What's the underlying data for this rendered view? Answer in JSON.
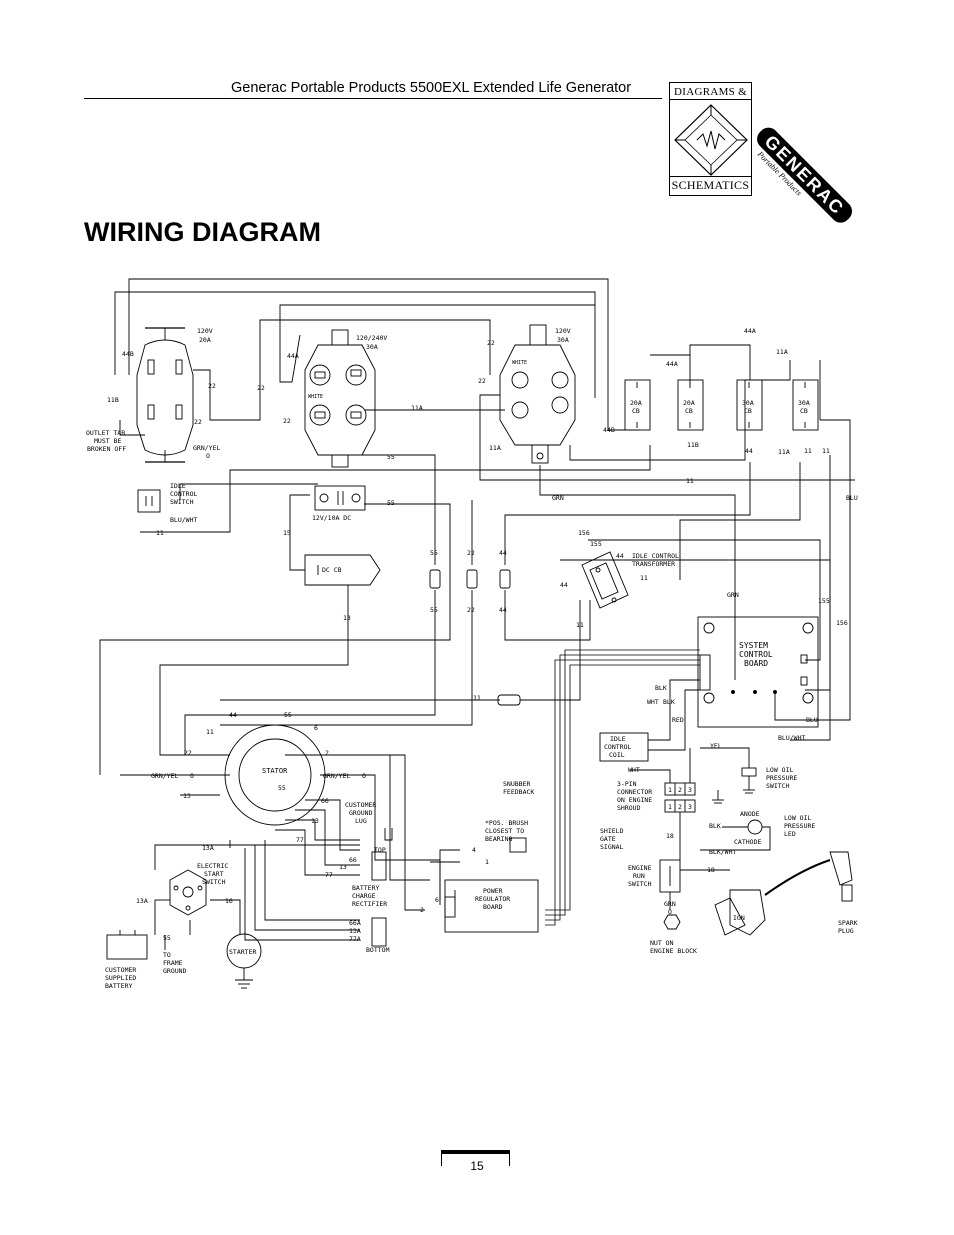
{
  "header": {
    "doc_title": "Generac Portable Products 5500EXL Extended Life Generator",
    "logo_top": "DIAGRAMS &",
    "logo_bottom": "SCHEMATICS",
    "brand": "GENERAC",
    "brand_sub": "Portable Products"
  },
  "page_title": "WIRING DIAGRAM",
  "page_number": "15",
  "labels": {
    "r120v20a": [
      "120V",
      "20A"
    ],
    "r120240v30a": [
      "120/240V",
      "30A"
    ],
    "r120v30a": [
      "120V",
      "30A"
    ],
    "outlet_tab": [
      "OUTLET TAB",
      "MUST BE",
      "BROKEN OFF"
    ],
    "grn_yel": "GRN/YEL",
    "zero": "O",
    "idle_switch": [
      "IDLE",
      "CONTROL",
      "SWITCH"
    ],
    "blu_wht": "BLU/WHT",
    "dc_rating": "12V/10A DC",
    "dc_cb": "DC CB",
    "cb20a": [
      "20A",
      "CB"
    ],
    "cb30a": [
      "30A",
      "CB"
    ],
    "idle_transformer": [
      "IDLE CONTROL",
      "TRANSFORMER"
    ],
    "system_board": [
      "SYSTEM",
      "CONTROL",
      "BOARD"
    ],
    "blk": "BLK",
    "wht": "WHT",
    "red": "RED",
    "yel": "YEL",
    "blu": "BLU",
    "grn": "GRN",
    "idle_coil": [
      "IDLE",
      "CONTROL",
      "COIL"
    ],
    "low_oil_switch": [
      "LOW OIL",
      "PRESSURE",
      "SWITCH"
    ],
    "three_pin": [
      "3-PIN",
      "CONNECTOR",
      "ON ENGINE",
      "SHROUD"
    ],
    "pins": [
      "1",
      "2",
      "3"
    ],
    "anode": "ANODE",
    "cathode": "CATHODE",
    "low_oil_led": [
      "LOW OIL",
      "PRESSURE",
      "LED"
    ],
    "blk_wht": "BLK/WHT",
    "engine_run": [
      "ENGINE",
      "RUN",
      "SWITCH"
    ],
    "spark_plug": [
      "SPARK",
      "PLUG"
    ],
    "ign": "IGN",
    "nut_block": [
      "NUT ON",
      "ENGINE BLOCK"
    ],
    "stator": "STATOR",
    "snubber": [
      "SNUBBER",
      "FEEDBACK"
    ],
    "pos_brush": [
      "*POS. BRUSH",
      "CLOSEST TO",
      "BEARING"
    ],
    "shield": [
      "SHIELD",
      "GATE",
      "SIGNAL"
    ],
    "power_reg": [
      "POWER",
      "REGULATOR",
      "BOARD"
    ],
    "customer_lug": [
      "CUSTOMER",
      "GROUND",
      "LUG"
    ],
    "top": "TOP",
    "bottom": "BOTTOM",
    "rectifier": [
      "BATTERY",
      "CHARGE",
      "RECTIFIER"
    ],
    "electric_start": [
      "ELECTRIC",
      "START",
      "SWITCH"
    ],
    "starter": "STARTER",
    "battery": [
      "CUSTOMER",
      "SUPPLIED",
      "BATTERY"
    ],
    "frame_ground": [
      "TO",
      "FRAME",
      "GROUND"
    ],
    "white": "WHITE",
    "wires": {
      "w44b": "44B",
      "w11b": "11B",
      "w22": "22",
      "w44a": "44A",
      "w11a": "11A",
      "w55": "55",
      "w11": "11",
      "w15": "15",
      "w13": "13",
      "w44": "44",
      "w156": "156",
      "w155": "155",
      "w6": "6",
      "w2": "2",
      "w66": "66",
      "w77": "77",
      "w4": "4",
      "w1": "1",
      "w18": "18",
      "w13a": "13A",
      "w16": "16",
      "w66a": "66A",
      "w77a": "77A"
    }
  }
}
